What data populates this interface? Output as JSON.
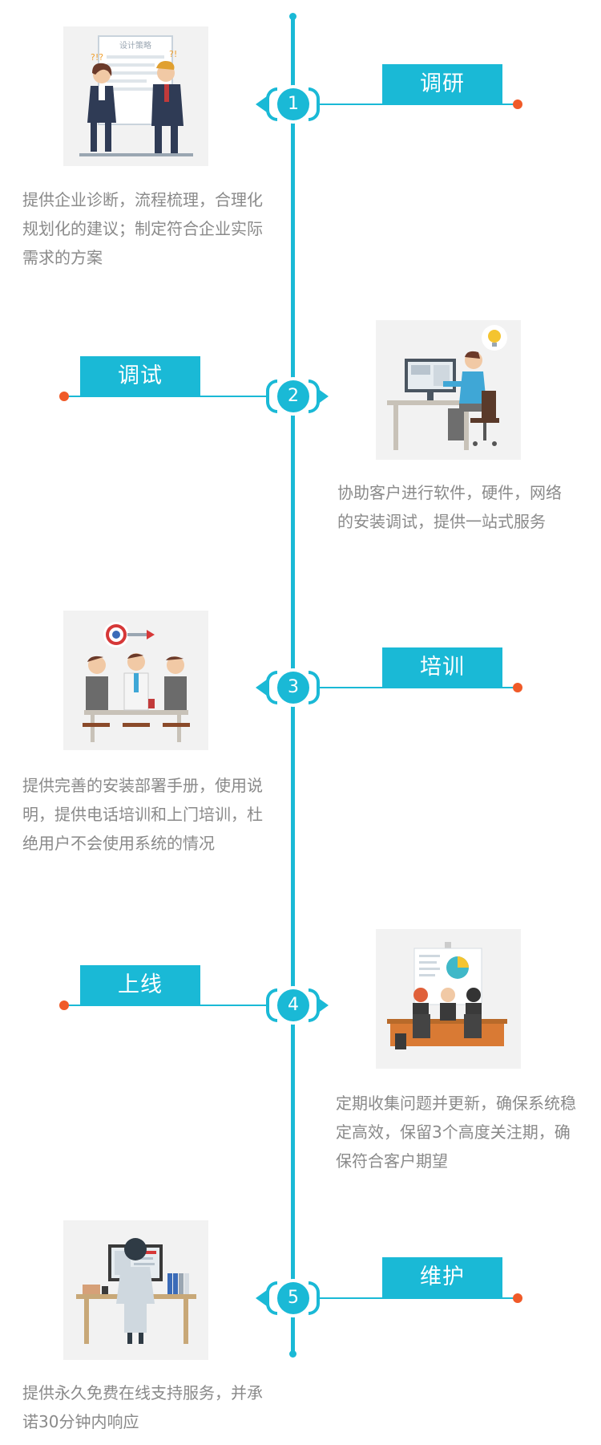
{
  "colors": {
    "accent": "#1ab9d6",
    "dot": "#f05a28",
    "text": "#8a8a8a",
    "illustration_bg": "#f2f2f2"
  },
  "steps": [
    {
      "number": "1",
      "title": "调研",
      "description": "提供企业诊断，流程梳理，合理化规划化的建议；制定符合企业实际需求的方案",
      "board_text": "设计策略",
      "illustration": "two-people-discussing-icon"
    },
    {
      "number": "2",
      "title": "调试",
      "description": "协助客户进行软件，硬件，网络的安装调试，提供一站式服务",
      "illustration": "person-at-computer-icon"
    },
    {
      "number": "3",
      "title": "培训",
      "description": "提供完善的安装部署手册，使用说明，提供电话培训和上门培训，杜绝用户不会使用系统的情况",
      "illustration": "meeting-target-icon"
    },
    {
      "number": "4",
      "title": "上线",
      "description": "定期收集问题并更新，确保系统稳定高效，保留3个高度关注期，确保符合客户期望",
      "illustration": "team-presentation-icon"
    },
    {
      "number": "5",
      "title": "维护",
      "description": "提供永久免费在线支持服务，并承诺30分钟内响应",
      "illustration": "support-workstation-icon"
    }
  ]
}
